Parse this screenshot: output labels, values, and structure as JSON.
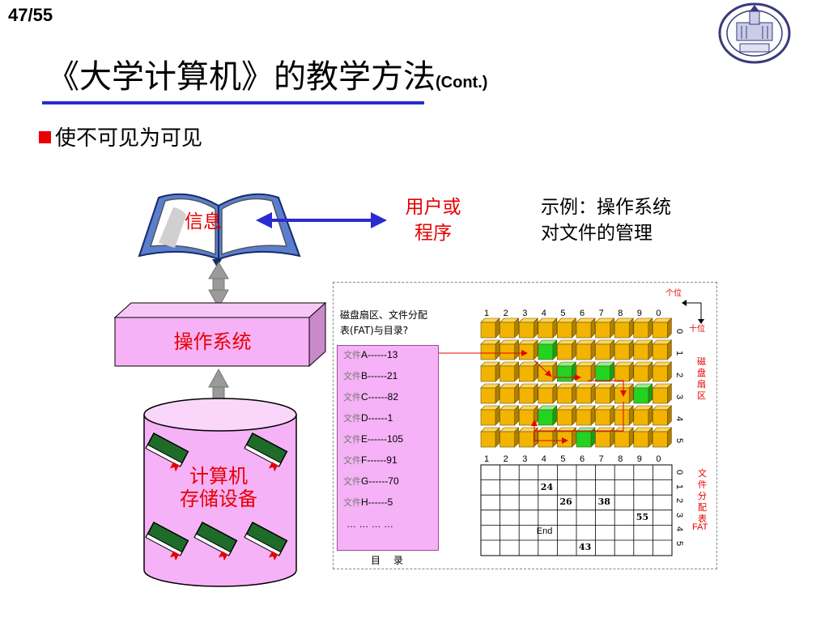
{
  "slide": {
    "page": "47/55",
    "title": "《大学计算机》的教学方法",
    "title_suffix": "(Cont.)",
    "bullet": "使不可见为可见"
  },
  "diagram": {
    "info": "信息",
    "user_program": [
      "用户或",
      "程序"
    ],
    "example": [
      "示例：操作系统",
      "对文件的管理"
    ],
    "os": "操作系统",
    "storage": [
      "计算机",
      "存储设备"
    ]
  },
  "fat": {
    "question": [
      "磁盘扇区、文件分配",
      "表(FAT)与目录?"
    ],
    "col_labels": [
      "1",
      "2",
      "3",
      "4",
      "5",
      "6",
      "7",
      "8",
      "9",
      "0"
    ],
    "row_labels": [
      "0",
      "1",
      "2",
      "3",
      "4",
      "5"
    ],
    "ones_label": "个位",
    "tens_label": "十位",
    "sector_label": "磁盘扇区",
    "fat_label": "文件分配表",
    "fat_abbr": "FAT",
    "directory": [
      {
        "label": "文件",
        "entry": "A------13"
      },
      {
        "label": "文件",
        "entry": "B------21"
      },
      {
        "label": "文件",
        "entry": "C------82"
      },
      {
        "label": "文件",
        "entry": "D------1"
      },
      {
        "label": "文件",
        "entry": "E------105"
      },
      {
        "label": "文件",
        "entry": "F------91"
      },
      {
        "label": "文件",
        "entry": "G------70"
      },
      {
        "label": "文件",
        "entry": "H------5"
      }
    ],
    "ellipsis": "… … … …",
    "directory_caption": "目 录",
    "table_values": {
      "r1c3": "24",
      "r2c4": "26",
      "r2c6": "38",
      "r3c8": "55",
      "r4c3": "End",
      "r5c5": "43"
    },
    "green_cells": [
      "r1c3",
      "r2c4",
      "r2c6",
      "r3c8",
      "r4c3",
      "r5c5"
    ],
    "colors": {
      "cube": "#f2b400",
      "green": "#22d322",
      "pink": "#f6b2f6",
      "red": "#e60000",
      "arrow_blue": "#2b2bd0"
    }
  }
}
